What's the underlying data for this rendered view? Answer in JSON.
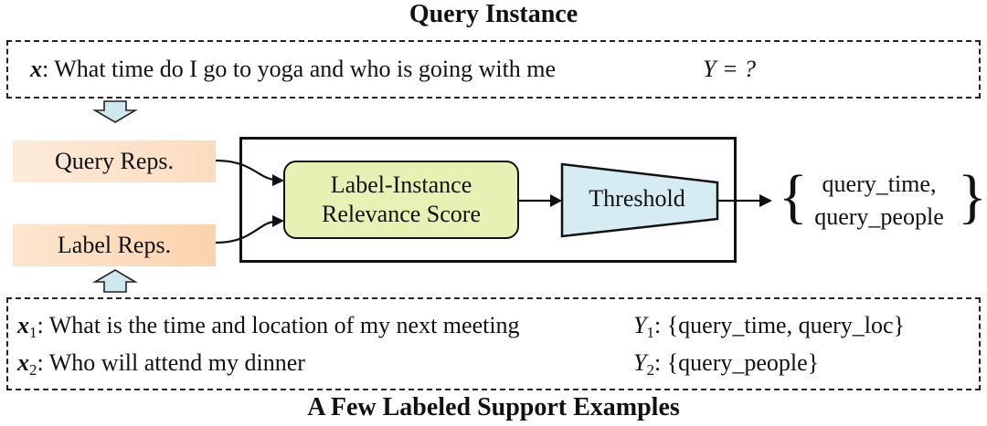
{
  "title_top": "Query Instance",
  "title_bottom": "A Few Labeled Support Examples",
  "query": {
    "var": "x",
    "text": ": What time do I go to yoga and who is going with me",
    "label": "Y = ?"
  },
  "reps": {
    "query": "Query Reps.",
    "label": "Label Reps."
  },
  "model": {
    "relevance_line1": "Label-Instance",
    "relevance_line2": "Relevance Score",
    "threshold": "Threshold"
  },
  "result": {
    "line1": "query_time,",
    "line2": "query_people"
  },
  "support": [
    {
      "var": "x",
      "sub": "1",
      "text": ": What is the time and location of my next meeting",
      "lvar": "Y",
      "lsub": "1",
      "labels": ": {query_time, query_loc}"
    },
    {
      "var": "x",
      "sub": "2",
      "text": ": Who will attend my dinner",
      "lvar": "Y",
      "lsub": "2",
      "labels": ": {query_people}"
    }
  ],
  "colors": {
    "reps_fill": "#fbd3ad",
    "relevance_fill": "#e6f2b4",
    "threshold_fill": "#d6ecf3",
    "arrow_fill": "#cfe8f0"
  }
}
